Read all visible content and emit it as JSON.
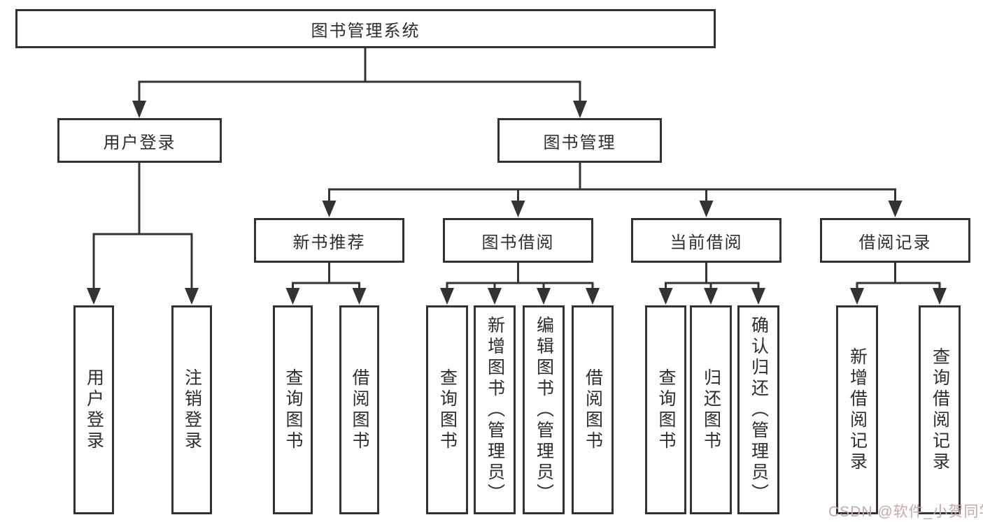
{
  "colors": {
    "line": "#333333",
    "text": "#2d2d2d",
    "box_background": "#ffffff",
    "page_background": "#ffffff",
    "watermark": "#c9a8a8"
  },
  "nodes": {
    "root": "图书管理系统",
    "level2": {
      "user_login": "用户登录",
      "book_management": "图书管理"
    },
    "level3": {
      "new_book_recommend": "新书推荐",
      "book_borrowing": "图书借阅",
      "current_borrowing": "当前借阅",
      "borrowing_records": "借阅记录"
    },
    "leaves": {
      "user_login": "用户登录",
      "logout": "注销登录",
      "recommend_query_books": "查询图书",
      "recommend_borrow_books": "借阅图书",
      "borrowing_query_books": "查询图书",
      "borrowing_add_books": "新增图书（管理员）",
      "borrowing_edit_books": "编辑图书（管理员）",
      "borrowing_borrow_books": "借阅图书",
      "current_query_books": "查询图书",
      "current_return_books": "归还图书",
      "current_confirm_return": "确认归还（管理员）",
      "records_add_record": "新增借阅记录",
      "records_query_record": "查询借阅记录"
    }
  },
  "watermark": "CSDN @软件_小贺同学"
}
